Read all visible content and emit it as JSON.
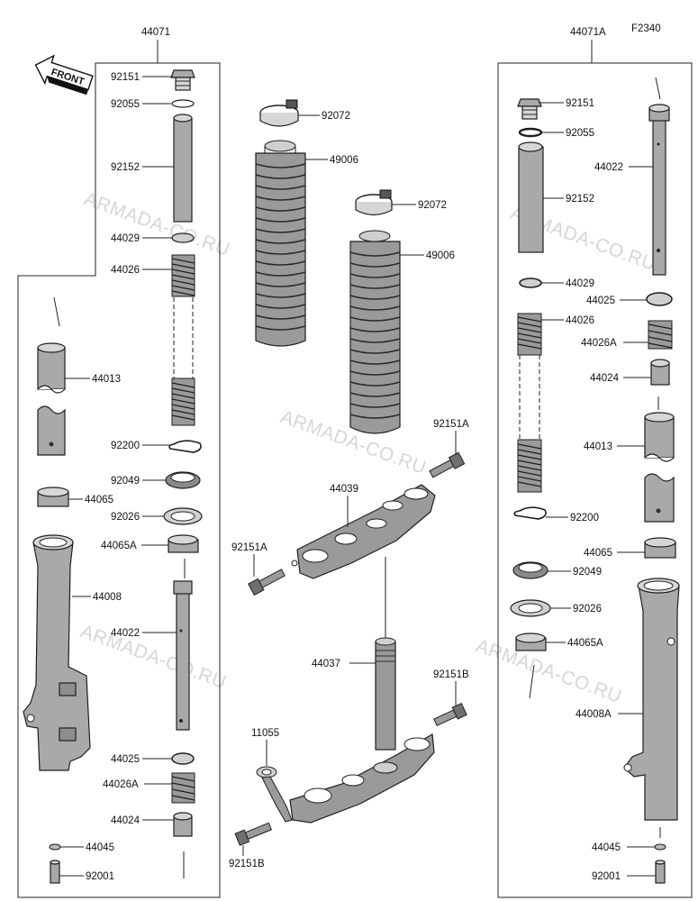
{
  "diagram_code": "F2340",
  "front_label": "FRONT",
  "watermark": "ARMADA-CO.RU",
  "assemblies": {
    "left": "44071",
    "right": "44071A"
  },
  "labels": {
    "l_92151": "92151",
    "l_92055": "92055",
    "l_92152": "92152",
    "l_44029": "44029",
    "l_44026": "44026",
    "l_44013": "44013",
    "l_92200": "92200",
    "l_92049": "92049",
    "l_44065": "44065",
    "l_92026": "92026",
    "l_44065A": "44065A",
    "l_44008": "44008",
    "l_44022": "44022",
    "l_44025": "44025",
    "l_44026A": "44026A",
    "l_44024": "44024",
    "l_44045": "44045",
    "l_92001": "92001",
    "c_92072a": "92072",
    "c_49006a": "49006",
    "c_92072b": "92072",
    "c_49006b": "49006",
    "c_92151A_top": "92151A",
    "c_44039": "44039",
    "c_92151A_left": "92151A",
    "c_44037": "44037",
    "c_92151B_right": "92151B",
    "c_11055": "11055",
    "c_92151B_bottom": "92151B",
    "r_92151": "92151",
    "r_92055": "92055",
    "r_44022": "44022",
    "r_92152": "92152",
    "r_44029": "44029",
    "r_44025": "44025",
    "r_44026": "44026",
    "r_44026A": "44026A",
    "r_44024": "44024",
    "r_44013": "44013",
    "r_92200": "92200",
    "r_44065": "44065",
    "r_92049": "92049",
    "r_92026": "92026",
    "r_44065A": "44065A",
    "r_44008A": "44008A",
    "r_44045": "44045",
    "r_92001": "92001"
  }
}
